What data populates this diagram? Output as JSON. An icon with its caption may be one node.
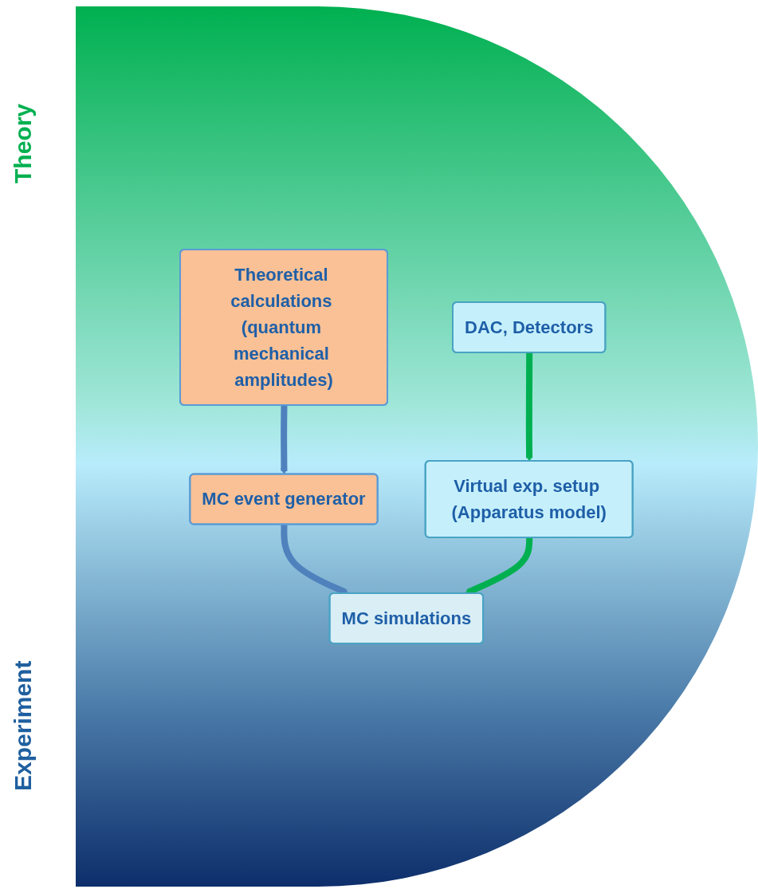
{
  "diagram": {
    "nodes": [
      {
        "text": [
          "Theoretical calculations (quantum mechanical amplitudes)"
        ]
      },
      {
        "text": [
          "MC event generator"
        ]
      },
      {
        "text": [
          "MC simulations"
        ]
      },
      {
        "text": [
          "Virtual exp. setup (Apparatus model)"
        ]
      },
      {
        "text": [
          "DAC, Detectors"
        ]
      }
    ],
    "edges": [
      {
        "from": 0,
        "to": 1,
        "arrow": "to"
      },
      {
        "from": 1,
        "to": 2,
        "arrow": "to"
      },
      {
        "from": 3,
        "to": 2,
        "arrow": "to",
        "color": "#00b050"
      },
      {
        "from": 4,
        "to": 3,
        "arrow": "to",
        "color": "#00b050"
      }
    ],
    "labels": [
      "Theory",
      "Experiment"
    ]
  }
}
